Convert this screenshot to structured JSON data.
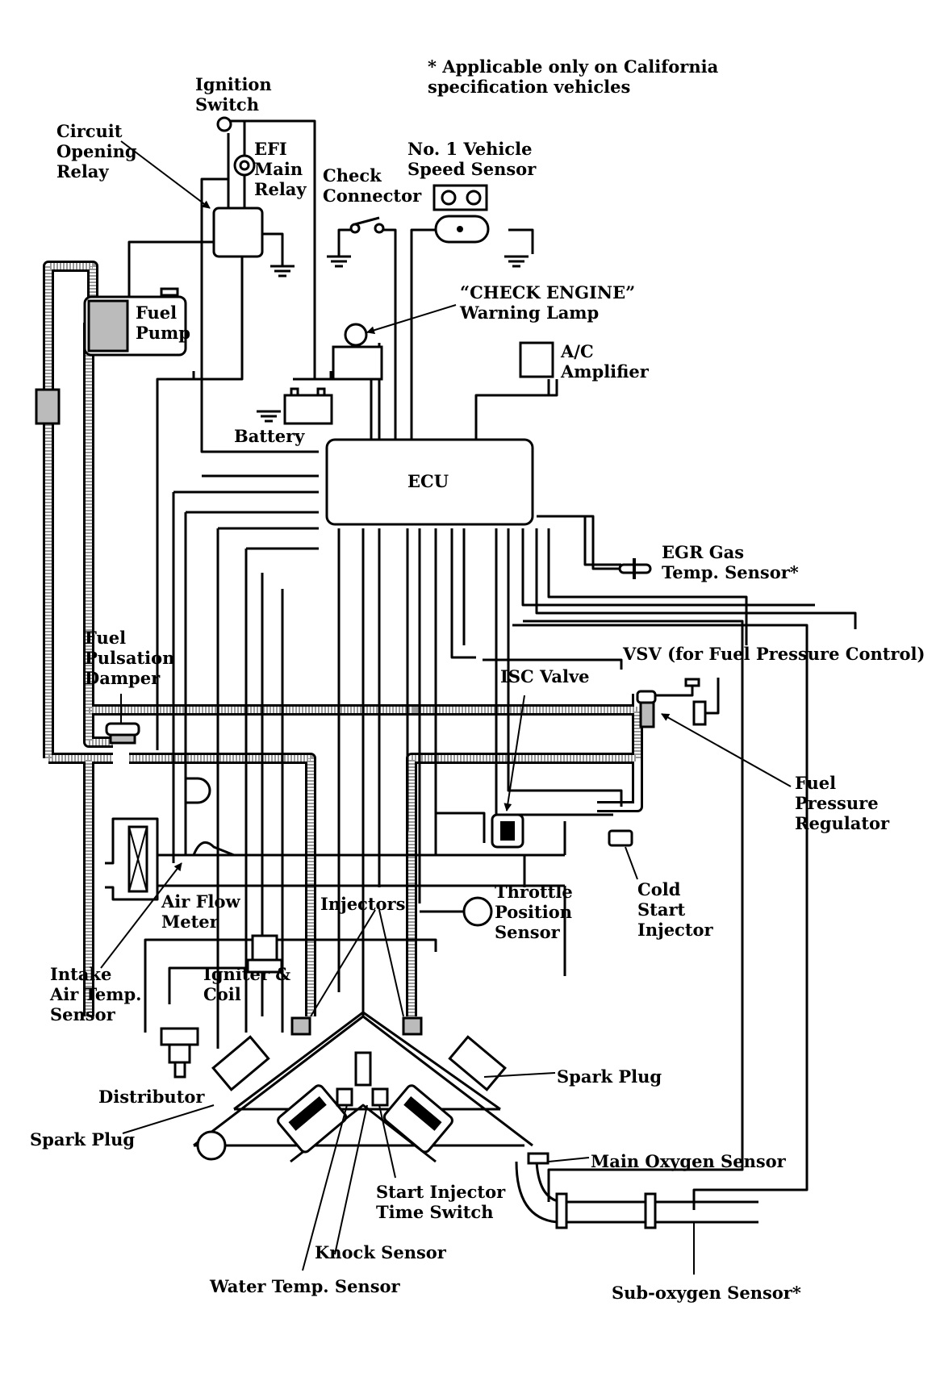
{
  "note": "* Applicable only on California\nspecification vehicles",
  "components": {
    "ecu": "ECU",
    "ignition_switch": "Ignition\nSwitch",
    "efi_main_relay": "EFI\nMain\nRelay",
    "circuit_opening_relay": "Circuit\nOpening\nRelay",
    "check_connector": "Check\nConnector",
    "vehicle_speed_sensor": "No. 1 Vehicle\nSpeed Sensor",
    "check_engine_lamp": "“CHECK ENGINE”\nWarning Lamp",
    "fuel_pump": "Fuel\nPump",
    "ac_amplifier": "A/C\nAmplifier",
    "battery": "Battery",
    "egr_gas_temp_sensor": "EGR Gas\nTemp. Sensor*",
    "vsv": "VSV (for Fuel Pressure Control)",
    "fuel_pulsation_damper": "Fuel\nPulsation\nDamper",
    "isc_valve": "ISC Valve",
    "fuel_pressure_regulator": "Fuel\nPressure\nRegulator",
    "cold_start_injector": "Cold\nStart\nInjector",
    "air_flow_meter": "Air Flow\nMeter",
    "injectors": "Injectors",
    "throttle_position_sensor": "Throttle\nPosition\nSensor",
    "intake_air_temp_sensor": "Intake\nAir Temp.\nSensor",
    "igniter_coil": "Igniter &\nCoil",
    "distributor": "Distributor",
    "spark_plug_right": "Spark Plug",
    "spark_plug_left": "Spark Plug",
    "main_oxygen_sensor": "Main Oxygen Sensor",
    "start_injector_time_switch": "Start Injector\nTime Switch",
    "knock_sensor": "Knock Sensor",
    "water_temp_sensor": "Water Temp. Sensor",
    "sub_oxygen_sensor": "Sub-oxygen Sensor*"
  }
}
